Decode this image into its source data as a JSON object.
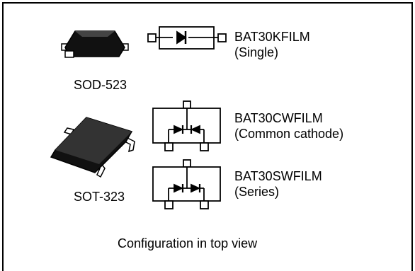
{
  "packages": {
    "sod523": "SOD-523",
    "sot323": "SOT-323"
  },
  "configs": [
    {
      "part": "BAT30KFILM",
      "desc": "(Single)",
      "symbol": "single-diode-icon"
    },
    {
      "part": "BAT30CWFILM",
      "desc": "(Common cathode)",
      "symbol": "common-cathode-icon"
    },
    {
      "part": "BAT30SWFILM",
      "desc": "(Series)",
      "symbol": "series-diodes-icon"
    }
  ],
  "caption": "Configuration in top view",
  "colors": {
    "ink": "#000000",
    "body_dark": "#1a1a1a",
    "body_light": "#555555",
    "pad": "#ffffff"
  }
}
